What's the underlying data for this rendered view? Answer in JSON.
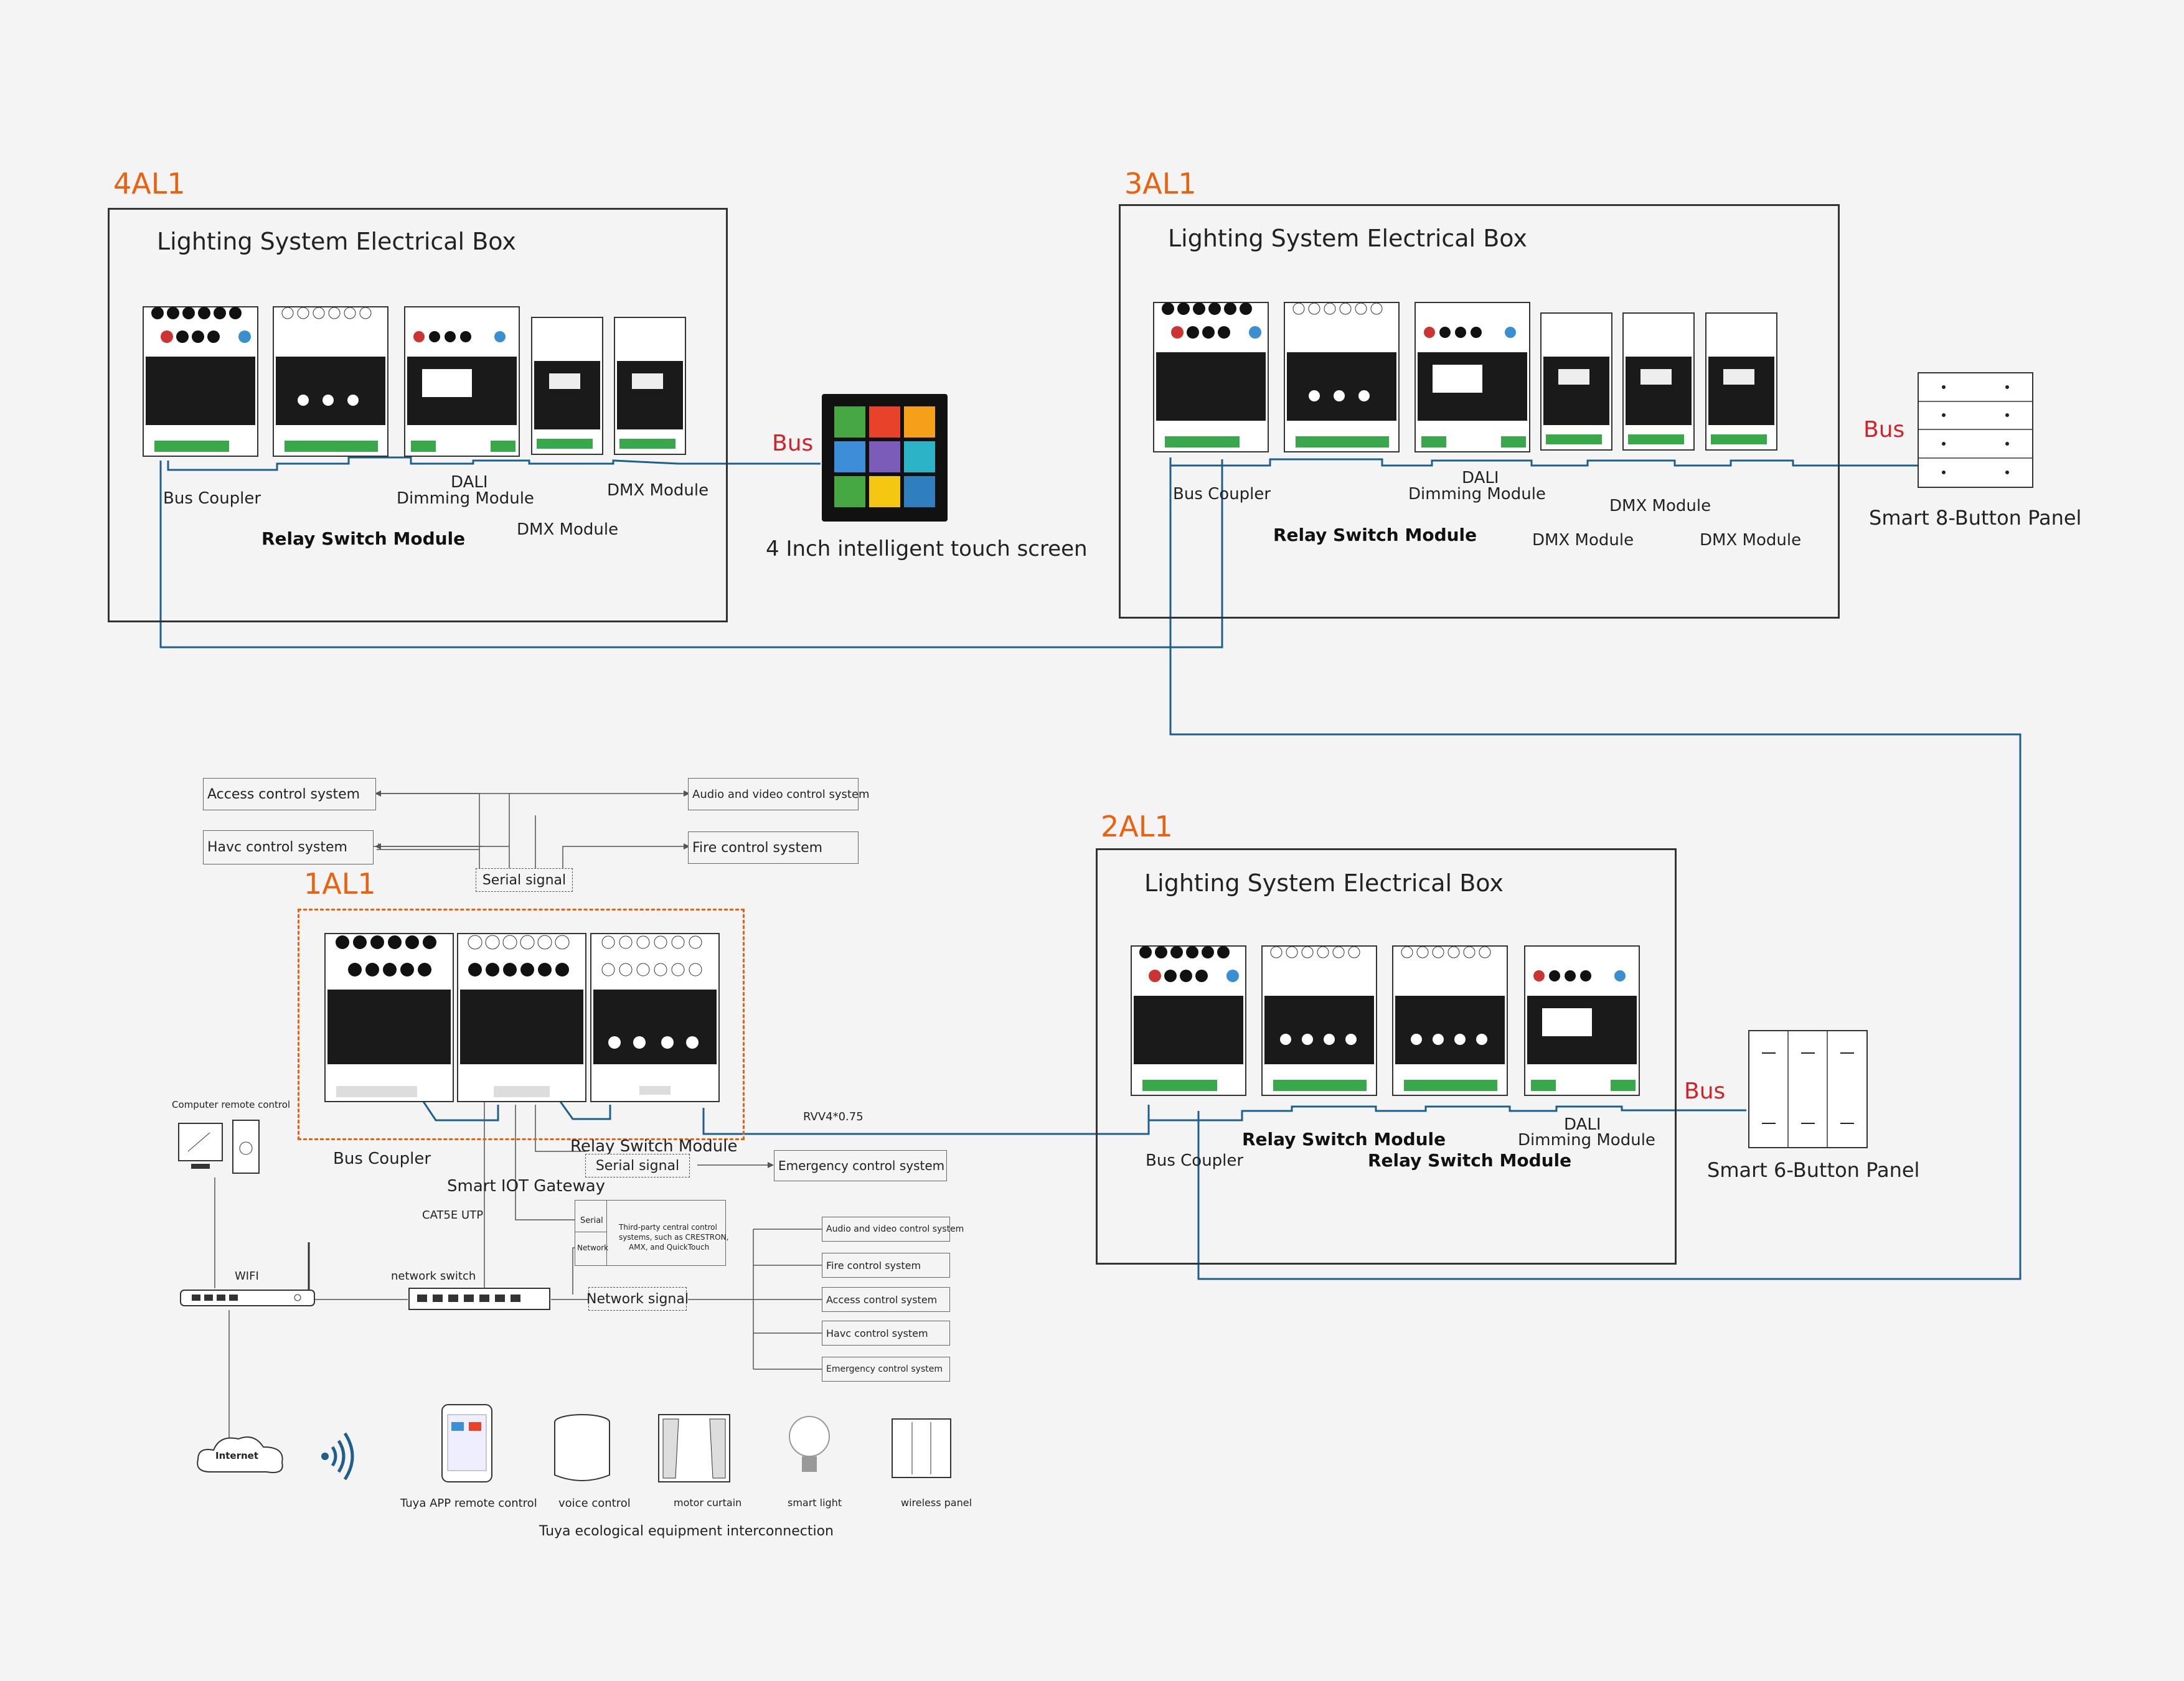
{
  "cabinets": {
    "c4": {
      "code": "4AL1",
      "title": "Lighting System Electrical Box",
      "labels": {
        "bus_coupler": "Bus Coupler",
        "relay": "Relay Switch Module",
        "dali": "DALI",
        "dali_dim": "Dimming Module",
        "dmx_a": "DMX Module",
        "dmx_b": "DMX Module"
      }
    },
    "c3": {
      "code": "3AL1",
      "title": "Lighting System Electrical Box",
      "labels": {
        "bus_coupler": "Bus Coupler",
        "relay": "Relay Switch Module",
        "dali": "DALI",
        "dali_dim": "Dimming Module",
        "dmx_a": "DMX Module",
        "dmx_b": "DMX Module",
        "dmx_c": "DMX Module"
      }
    },
    "c2": {
      "code": "2AL1",
      "title": "Lighting System Electrical Box",
      "labels": {
        "bus_coupler": "Bus Coupler",
        "relay_a": "Relay Switch Module",
        "relay_b": "Relay Switch Module",
        "dali": "DALI",
        "dali_dim": "Dimming Module"
      }
    },
    "c1": {
      "code": "1AL1",
      "labels": {
        "bus_coupler": "Bus Coupler",
        "relay": "Relay Switch Module",
        "gateway": "Smart IOT Gateway"
      }
    }
  },
  "bus_labels": {
    "b1": "Bus",
    "b2": "Bus",
    "b3": "Bus"
  },
  "devices": {
    "touch_screen": "4 Inch intelligent touch screen",
    "panel8": "Smart 8-Button Panel",
    "panel6": "Smart 6-Button Panel"
  },
  "systems": {
    "access": "Access control system",
    "havc": "Havc control system",
    "audio_video": "Audio and video control system",
    "fire": "Fire control system",
    "serial_signal_top": "Serial signal",
    "serial_signal_mid": "Serial signal",
    "emergency": "Emergency control system",
    "third_party_serial": "Serial",
    "third_party_network": "Network",
    "third_party_desc_1": "Third-party central control",
    "third_party_desc_2": "systems, such as CRESTRON,",
    "third_party_desc_3": "AMX, and QuickTouch",
    "network_signal": "Network signal",
    "list": [
      "Audio and video control system",
      "Fire control system",
      "Access control system",
      "Havc control system",
      "Emergency control system"
    ]
  },
  "network": {
    "computer": "Computer remote control",
    "wifi": "WIFI",
    "switch": "network switch",
    "cable": "CAT5E UTP",
    "rvv": "RVV4*0.75",
    "internet": "Internet"
  },
  "tuya": {
    "items": [
      "Tuya APP remote control",
      "voice control",
      "motor curtain",
      "smart light",
      "wireless panel"
    ],
    "caption": "Tuya ecological equipment interconnection"
  },
  "colors": {
    "cabinet_code": "#e8620f",
    "bus_label": "#d2232a",
    "wire": "#1f5f8b"
  }
}
